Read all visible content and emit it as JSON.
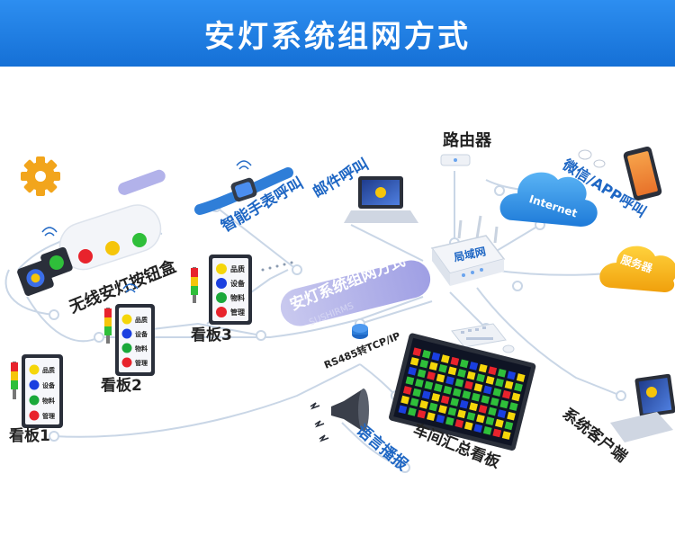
{
  "header": {
    "title": "安灯系统组网方式"
  },
  "center_label": "安灯系统组网方式",
  "watermark": "SUSHIRMS",
  "nodes": {
    "button_box": "无线安灯按钮盒",
    "watch": "智能手表呼叫",
    "email": "邮件呼叫",
    "router": "路由器",
    "internet": "Internet",
    "wechat": "微信/APP呼叫",
    "server": "服务器",
    "lan": "局域网",
    "board1": "看板1",
    "board2": "看板2",
    "board3": "看板3",
    "converter": "RS485转TCP/IP",
    "speaker": "语言播报",
    "workshop_board": "车间汇总看板",
    "client": "系统客户端"
  },
  "board_items": [
    "品质",
    "设备",
    "物料",
    "管理"
  ],
  "colors": {
    "header": "#1a78e0",
    "line": "#c9d6e6",
    "lan_text": "#1f67c4",
    "label_blue": "#1f67c4",
    "internet": "#2f8fe6",
    "server": "#f5b312",
    "board_dot_yellow": "#f5d60a",
    "board_dot_blue": "#1a3fe0",
    "board_dot_green": "#1aa83a",
    "board_dot_red": "#e8232c"
  }
}
